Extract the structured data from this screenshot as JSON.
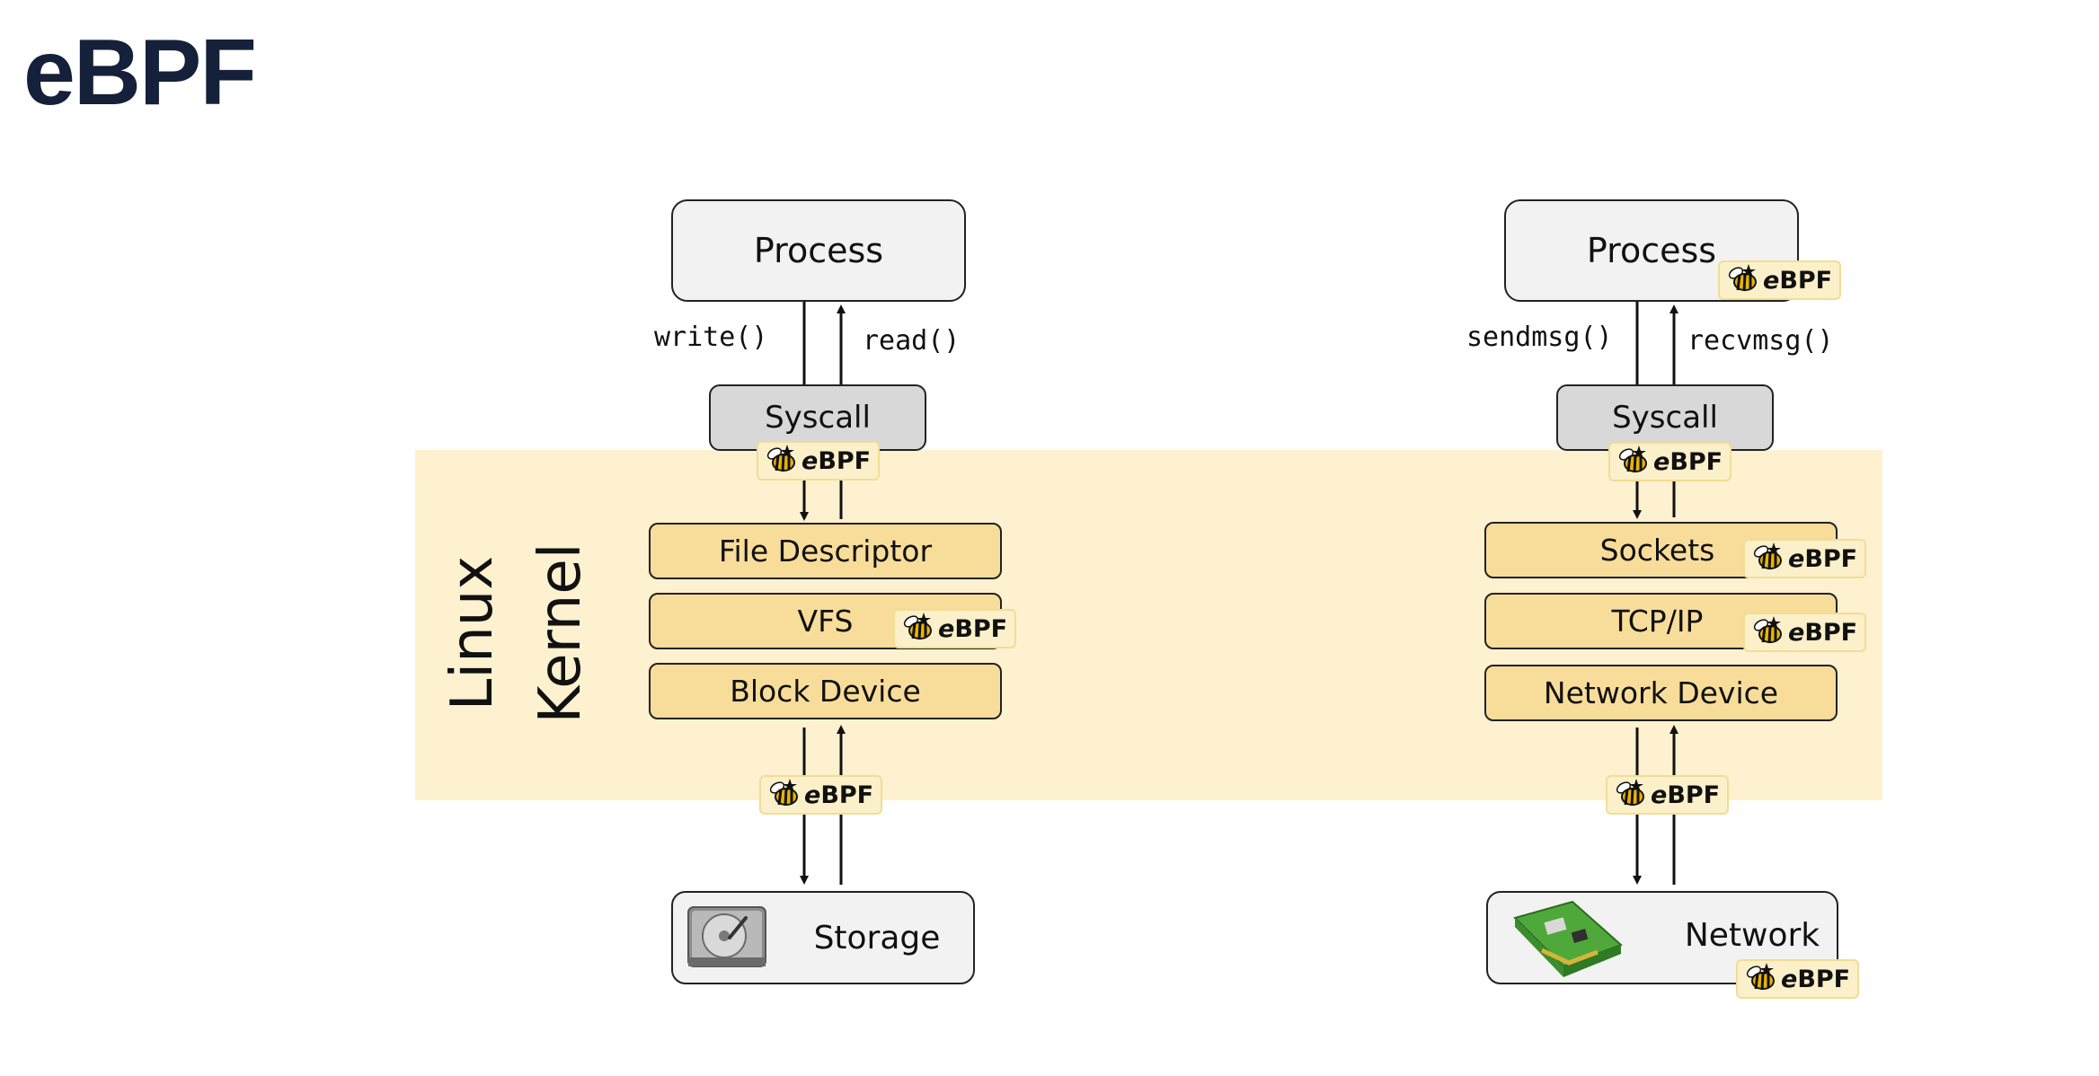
{
  "slide_title": "eBPF",
  "kernel_label": {
    "line1": "Linux",
    "line2": "Kernel"
  },
  "ebpf_badge": {
    "prefix": "e",
    "suffix": "BPF"
  },
  "storage_path": {
    "process": "Process",
    "write_call": "write()",
    "read_call": "read()",
    "syscall": "Syscall",
    "layers": [
      "File Descriptor",
      "VFS",
      "Block Device"
    ],
    "device": "Storage"
  },
  "network_path": {
    "process": "Process",
    "send_call": "sendmsg()",
    "recv_call": "recvmsg()",
    "syscall": "Syscall",
    "layers": [
      "Sockets",
      "TCP/IP",
      "Network Device"
    ],
    "device": "Network"
  },
  "colors": {
    "kernel_band": "#fdf1cf",
    "layer_fill": "#f8dd9a",
    "syscall_fill": "#d8d8d8",
    "box_fill": "#f2f2f2",
    "title": "#15203a",
    "badge_fill": "#fbf0c9"
  },
  "icons": [
    "bee-icon",
    "hard-disk-icon",
    "network-card-icon"
  ]
}
